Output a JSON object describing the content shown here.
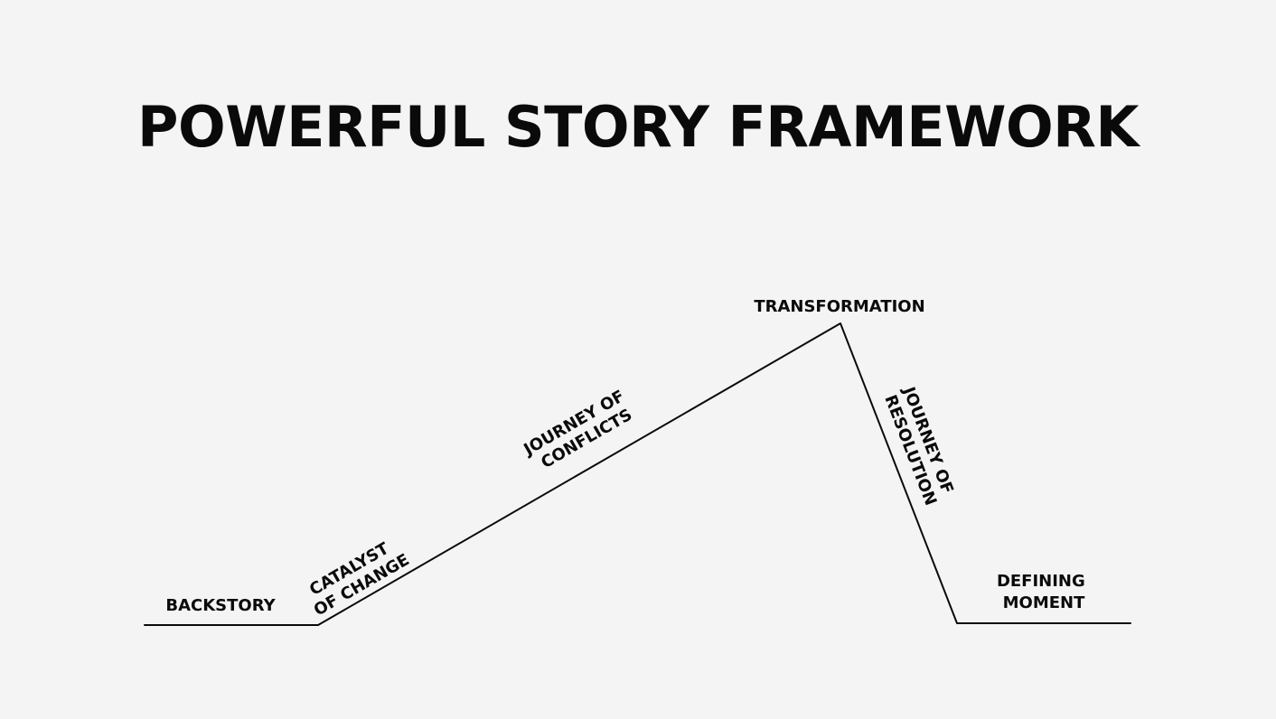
{
  "title": "POWERFUL STORY FRAMEWORK",
  "stages": {
    "backstory": {
      "lines": [
        "BACKSTORY"
      ]
    },
    "catalyst": {
      "lines": [
        "CATALYST",
        "OF CHANGE"
      ]
    },
    "conflicts": {
      "lines": [
        "JOURNEY OF",
        "CONFLICTS"
      ]
    },
    "transformation": {
      "lines": [
        "TRANSFORMATION"
      ]
    },
    "resolution": {
      "lines": [
        "JOURNEY OF",
        "RESOLUTION"
      ]
    },
    "defining": {
      "lines": [
        "DEFINING",
        "MOMENT"
      ]
    }
  },
  "colors": {
    "background": "#f4f4f4",
    "ink": "#0a0a0a"
  }
}
